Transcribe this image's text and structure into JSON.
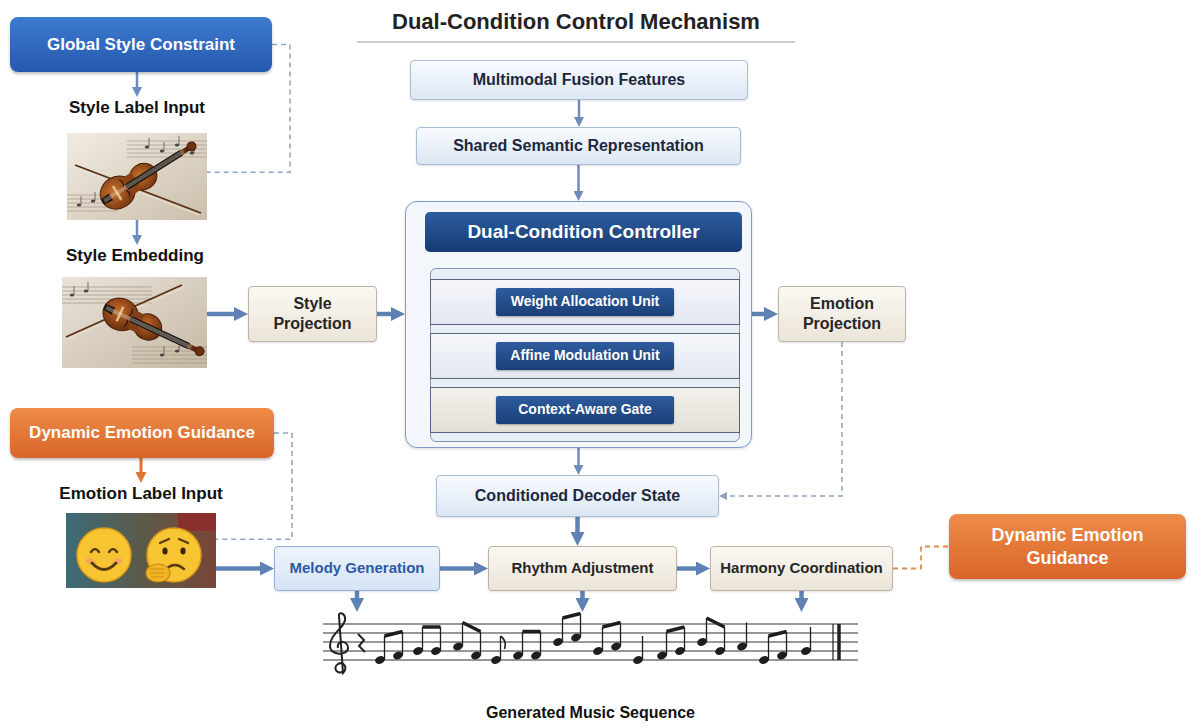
{
  "diagram": {
    "title": "Dual-Condition Control Mechanism",
    "nodes": [
      {
        "text": [
          "Global Style Constraint"
        ]
      },
      {
        "text": [
          "Style Label Input"
        ]
      },
      {
        "text": [
          "Style Embedding"
        ]
      },
      {
        "text": [
          "Multimodal Fusion Features"
        ]
      },
      {
        "text": [
          "Shared Semantic Representation"
        ]
      },
      {
        "text": [
          "Dual-Condition Controller"
        ]
      },
      {
        "text": [
          "Weight Allocation Unit"
        ],
        "in": 5
      },
      {
        "text": [
          "Affine Modulation Unit"
        ],
        "in": 5
      },
      {
        "text": [
          "Context-Aware Gate"
        ],
        "in": 5
      },
      {
        "text": [
          "Style Projection"
        ]
      },
      {
        "text": [
          "Emotion Projection"
        ]
      },
      {
        "text": [
          "Dynamic Emotion Guidance"
        ]
      },
      {
        "text": [
          "Emotion Label Input"
        ]
      },
      {
        "text": [
          "Conditioned Decoder State"
        ]
      },
      {
        "text": [
          "Melody Generation"
        ]
      },
      {
        "text": [
          "Rhythm Adjustment"
        ]
      },
      {
        "text": [
          "Harmony Coordination"
        ]
      },
      {
        "text": [
          "Dynamic Emotion Guidance"
        ]
      },
      {
        "text": [
          "Generated Music Sequence"
        ]
      }
    ],
    "edges": [
      {
        "from": 0,
        "to": 1,
        "arrow": "to"
      },
      {
        "from": 0,
        "to": 1,
        "arrow": "none"
      },
      {
        "from": 1,
        "to": 2,
        "arrow": "to"
      },
      {
        "from": 2,
        "to": 9,
        "arrow": "to"
      },
      {
        "from": 9,
        "to": 5,
        "arrow": "to"
      },
      {
        "from": 3,
        "to": 4,
        "arrow": "to"
      },
      {
        "from": 4,
        "to": 5,
        "arrow": "to"
      },
      {
        "from": 8,
        "to": 7,
        "arrow": "to"
      },
      {
        "from": 7,
        "to": 6,
        "arrow": "to"
      },
      {
        "from": 6,
        "to": 5,
        "arrow": "to"
      },
      {
        "from": 5,
        "to": 10,
        "arrow": "to"
      },
      {
        "from": 10,
        "to": 13,
        "arrow": "to"
      },
      {
        "from": 5,
        "to": 13,
        "arrow": "to"
      },
      {
        "from": 11,
        "to": 12,
        "arrow": "to"
      },
      {
        "from": 11,
        "to": 12,
        "arrow": "none"
      },
      {
        "from": 12,
        "to": 14,
        "arrow": "to"
      },
      {
        "from": 13,
        "to": 15,
        "arrow": "to"
      },
      {
        "from": 14,
        "to": 15,
        "arrow": "to"
      },
      {
        "from": 15,
        "to": 16,
        "arrow": "to"
      },
      {
        "from": 16,
        "to": 17,
        "arrow": "none"
      },
      {
        "from": 14,
        "to": 18,
        "arrow": "to"
      },
      {
        "from": 15,
        "to": 18,
        "arrow": "to"
      },
      {
        "from": 16,
        "to": 18,
        "arrow": "to"
      }
    ]
  }
}
